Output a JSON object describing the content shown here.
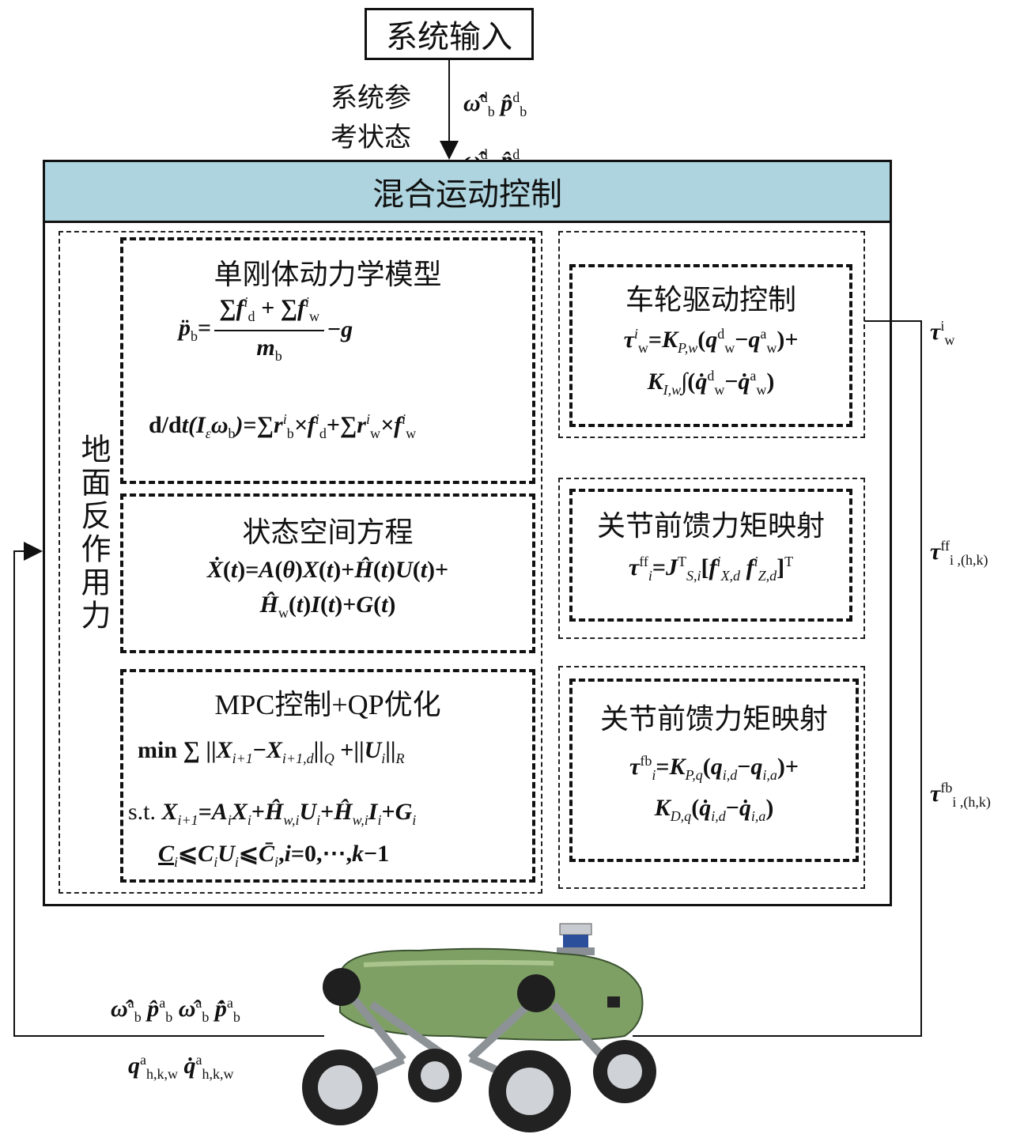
{
  "input": {
    "label": "系统输入"
  },
  "reference": {
    "label_line1": "系统参",
    "label_line2": "考状态",
    "sym_line1": "ω̂̂ᵈ_b p̂̂ᵈ_b",
    "sym_line2": "ω̂ᵈ_b p̂ᵈ_b"
  },
  "header": {
    "title": "混合运动控制"
  },
  "left_panel": {
    "vertical_label": "地面反作用力"
  },
  "blocks": {
    "srb": {
      "title": "单刚体动力学模型",
      "eq1": "p̈_b = (Σ f^i_d + Σ f^i_w) / m_b − g",
      "eq2": "d/dt(I_ε ω_b) = Σ r^i_b × f^i_d + Σ r^i_w × f^i_w"
    },
    "state_space": {
      "title": "状态空间方程",
      "eq1": "Ẋ(t)=A(θ)X(t)+Ĥ(t)U(t)+",
      "eq2": "Ĥ_w(t)I(t)+G(t)"
    },
    "mpc": {
      "title": "MPC控制+QP优化",
      "eq1": "min Σ ||X_{i+1}−X_{i+1,d}||_Q + ||U_i||_R",
      "eq2": "s.t. X_{i+1}=A_iX_i+Ĥ_{w,i}U_i+Ĥ_{w,i}I_i+G_i",
      "eq3": "C_i ⩽ C_iU_i ⩽ C̄_i, i=0,⋯,k−1"
    },
    "wheel": {
      "title": "车轮驱动控制",
      "eq1": "τ^i_w=K_{P,w}(q^d_w−q^a_w)+",
      "eq2": "K_{I,w}∫(q̇^d_w−q̇^a_w)"
    },
    "joint_ff": {
      "title": "关节前馈力矩映射",
      "eq1": "τ^ff_i=J^T_{S,i}[f^i_{X,d} f^i_{Z,d}]^T"
    },
    "joint_fb": {
      "title": "关节前馈力矩映射",
      "eq1": "τ^fb_i=K_{P,q}(q_{i,d}−q_{i,a})+",
      "eq2": "K_{D,q}(q̇_{i,d}−q̇_{i,a})"
    }
  },
  "outputs": {
    "tau_w": "τ^i_w",
    "tau_ff": "τ^ff_{i,(h,k)}",
    "tau_fb": "τ^fb_{i,(h,k)}"
  },
  "feedback": {
    "sym_line1": "ω̂̂ᵃ_b p̂ᵃ_b ω̂ᵃ_b p̂̇ᵃ_b",
    "sym_line2": "qᵃ_{h,k,w} q̇ᵃ_{h,k,w}"
  },
  "robot": {
    "alt": "wheeled-legged robot"
  }
}
